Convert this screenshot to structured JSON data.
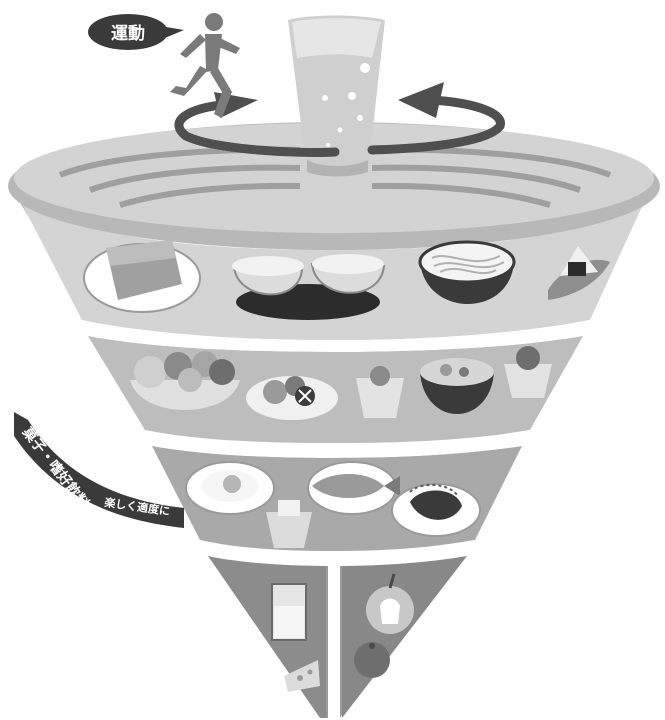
{
  "diagram": {
    "exercise_label": "運動",
    "snack_label_main": "菓子・嗜好飲料",
    "snack_label_sub": "楽しく適度に"
  },
  "colors": {
    "background": "#ffffff",
    "top_surface": "#cfcfcf",
    "tier1": "#d6d6d6",
    "tier2": "#bcbcbc",
    "tier3": "#a7a7a7",
    "tier4": "#8f8f8f",
    "separator": "#ffffff",
    "ribbon": "#3a3a3a",
    "bubble": "#3a3a3a",
    "arrow": "#555555"
  },
  "tiers": [
    {
      "name": "staples",
      "items": [
        "toast-on-plate",
        "rice-bowls-on-tray",
        "noodle-bowl",
        "onigiri"
      ]
    },
    {
      "name": "vegetables",
      "items": [
        "vegetable-bowl",
        "salad-plate",
        "small-dish",
        "soup-bowl",
        "small-dish-2"
      ]
    },
    {
      "name": "main-dishes",
      "items": [
        "fried-egg-plate",
        "fish-plate",
        "meat-plate",
        "tofu-dish"
      ]
    },
    {
      "name": "milk-and-fruit",
      "items": [
        "milk-glass",
        "cheese",
        "apple",
        "mandarin"
      ]
    }
  ]
}
